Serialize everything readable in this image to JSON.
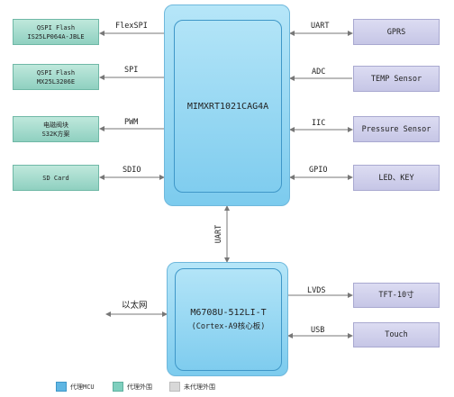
{
  "mcu": {
    "main_label": "MIMXRT1021CAG4A"
  },
  "core_board": {
    "line1": "M6708U-512LI-T",
    "line2": "(Cortex-A9核心板)"
  },
  "vertical_link": "UART",
  "left_blocks": [
    {
      "line1": "QSPI Flash",
      "line2": "IS25LP064A-JBLE",
      "bus": "FlexSPI"
    },
    {
      "line1": "QSPI Flash",
      "line2": "MX25L3206E",
      "bus": "SPI"
    },
    {
      "line1": "电磁阀块",
      "line2": "S32K方案",
      "bus": "PWM"
    },
    {
      "line1": "SD Card",
      "line2": "",
      "bus": "SDIO"
    }
  ],
  "right_blocks": [
    {
      "label": "GPRS",
      "bus": "UART"
    },
    {
      "label": "TEMP Sensor",
      "bus": "ADC"
    },
    {
      "label": "Pressure Sensor",
      "bus": "IIC"
    },
    {
      "label": "LED、KEY",
      "bus": "GPIO"
    }
  ],
  "bottom_left": {
    "label": "以太网"
  },
  "bottom_right": [
    {
      "label": "TFT-10寸",
      "bus": "LVDS"
    },
    {
      "label": "Touch",
      "bus": "USB"
    }
  ],
  "legend": [
    {
      "label": "代理MCU",
      "color": "#5fb6e3"
    },
    {
      "label": "代理外围",
      "color": "#7fcfbe"
    },
    {
      "label": "未代理外围",
      "color": "#d8d8d8"
    }
  ],
  "colors": {
    "line": "#777777"
  }
}
